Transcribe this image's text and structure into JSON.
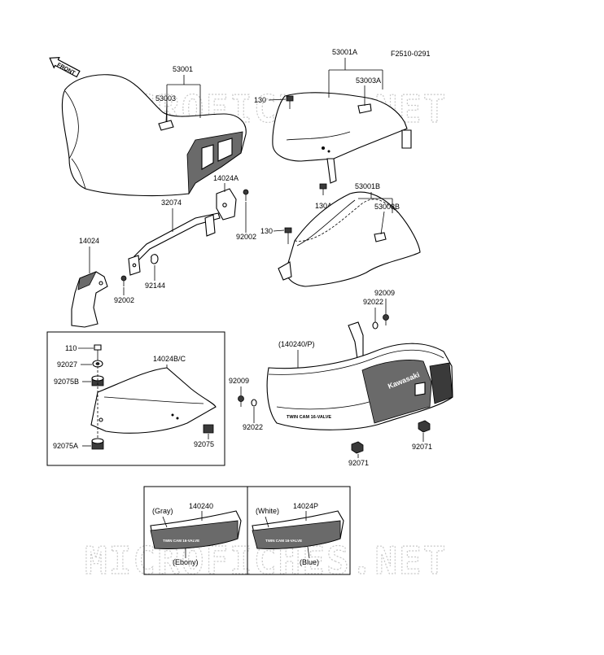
{
  "drawing_code": "F2510-0291",
  "front_arrow": "FRONT",
  "watermark": "MICROFICHES.NET",
  "brand_text": "Kawasaki",
  "cowl_text": "TWIN CAM 16-VALVE",
  "small_cowl_text": "TWIN CAM 16-VALVE",
  "labels": {
    "p53001": "53001",
    "p53003": "53003",
    "p53001A": "53001A",
    "p53003A": "53003A",
    "p130_top": "130",
    "p14024A": "14024A",
    "p32074": "32074",
    "p92002_a": "92002",
    "p14024": "14024",
    "p92144": "92144",
    "p92002_b": "92002",
    "p130A": "130A",
    "p53001B": "53001B",
    "p53003B": "53003B",
    "p130_mid": "130",
    "p92009_a": "92009",
    "p92022_a": "92022",
    "p110": "110",
    "p92027": "92027",
    "p92075B": "92075B",
    "p14024BC": "14024B/C",
    "p92075": "92075",
    "p92075A": "92075A",
    "p140240P": "(140240/P)",
    "p92009_b": "92009",
    "p92022_b": "92022",
    "p92071_a": "92071",
    "p92071_b": "92071"
  },
  "variants": {
    "left": {
      "part": "140240",
      "top_color": "(Gray)",
      "bottom_color": "(Ebony)"
    },
    "right": {
      "part": "14024P",
      "top_color": "(White)",
      "bottom_color": "(Blue)"
    }
  }
}
